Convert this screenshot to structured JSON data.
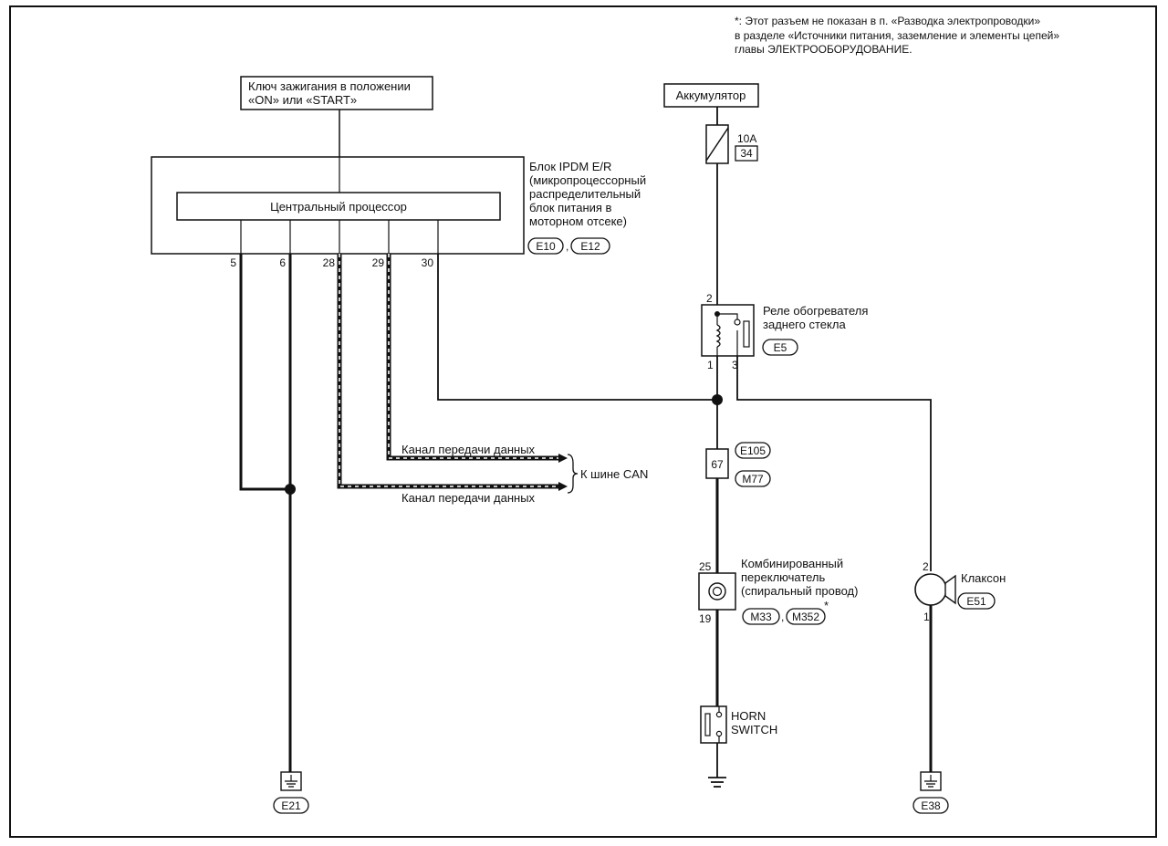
{
  "footnote": {
    "line1": "*: Этот разъем не показан в п. «Разводка электропроводки»",
    "line2": "в разделе «Источники питания, заземление и элементы цепей»",
    "line3": "главы ЭЛЕКТРООБОРУДОВАНИЕ."
  },
  "ignition": {
    "line1": "Ключ зажигания в положении",
    "line2": "«ON» или «START»"
  },
  "ipdm": {
    "cpu_label": "Центральный процессор",
    "desc_line1": "Блок IPDM E/R",
    "desc_line2": "(микропроцессорный",
    "desc_line3": "распределительный",
    "desc_line4": "блок питания в",
    "desc_line5": "моторном отсеке)",
    "connectors": [
      "E10",
      "E12"
    ],
    "pins": [
      "5",
      "6",
      "28",
      "29",
      "30"
    ]
  },
  "battery": {
    "label": "Аккумулятор"
  },
  "fuse": {
    "rating": "10A",
    "number": "34"
  },
  "relay": {
    "line1": "Реле обогревателя",
    "line2": "заднего стекла",
    "connector": "E5",
    "pins": [
      "2",
      "1",
      "3"
    ]
  },
  "can": {
    "line1": "Канал передачи данных",
    "line2": "Канал передачи данных",
    "bus": "К шине CAN"
  },
  "junction": {
    "pin": "67",
    "connectors": [
      "E105",
      "M77"
    ]
  },
  "combo_switch": {
    "line1": "Комбинированный",
    "line2": "переключатель",
    "line3": "(спиральный провод)",
    "connectors": [
      "M33",
      "M352"
    ],
    "asterisk": "*",
    "pins": [
      "25",
      "19"
    ]
  },
  "horn_switch": {
    "line1": "HORN",
    "line2": "SWITCH"
  },
  "horn": {
    "label": "Клаксон",
    "connector": "E51",
    "pins": [
      "2",
      "1"
    ]
  },
  "grounds": [
    "E21",
    "E38"
  ]
}
